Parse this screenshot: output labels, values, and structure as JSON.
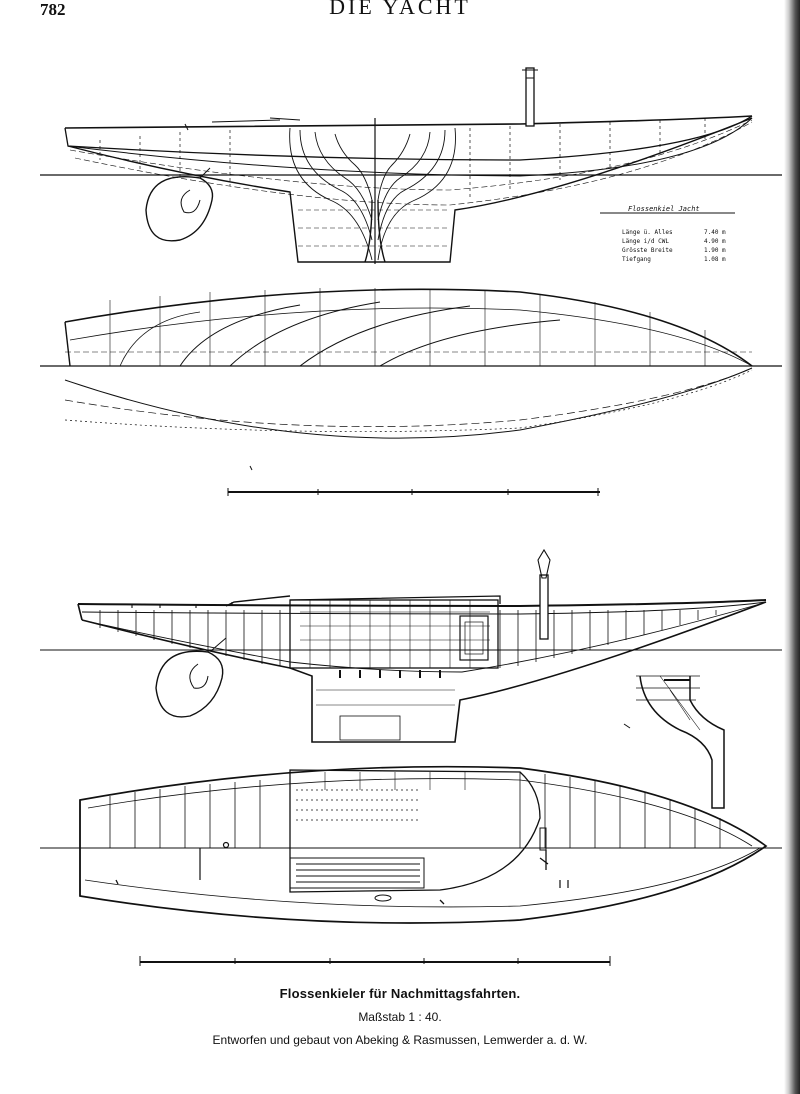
{
  "header": {
    "page_number": "782",
    "running_head": "DIE YACHT"
  },
  "plate": {
    "title": "Flossenkieler für Nachmittagsfahrten.",
    "scale": "Maßstab 1 : 40.",
    "builder": "Entworfen und gebaut von Abeking & Rasmussen, Lemwerder a. d. W."
  },
  "dimensions_table": {
    "heading": "Flossenkiel Jacht",
    "rows": [
      {
        "label": "Länge ü. Alles",
        "value": "7.40 m"
      },
      {
        "label": "Länge i/d CWL",
        "value": "4.90 m"
      },
      {
        "label": "Grösste Breite",
        "value": "1.90 m"
      },
      {
        "label": "Tiefgang",
        "value": "1.08 m"
      }
    ]
  }
}
